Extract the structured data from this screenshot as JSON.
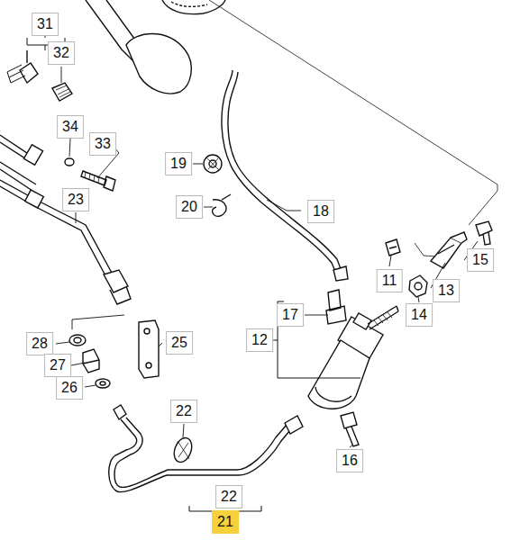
{
  "diagram": {
    "labels": [
      "31",
      "32",
      "34",
      "33",
      "19",
      "23",
      "20",
      "18",
      "11",
      "15",
      "13",
      "17",
      "14",
      "12",
      "28",
      "25",
      "27",
      "26",
      "22",
      "16",
      "22",
      "21"
    ]
  }
}
